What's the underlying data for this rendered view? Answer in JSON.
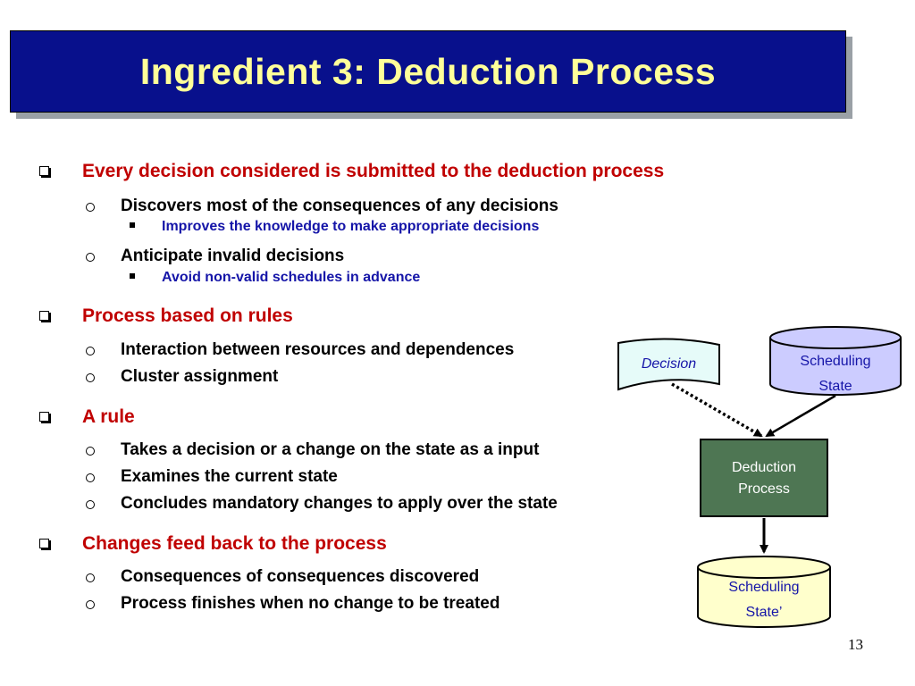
{
  "title": "Ingredient 3: Deduction Process",
  "bullets": [
    {
      "level": 1,
      "text": "Every decision considered is submitted to the deduction process"
    },
    {
      "level": 2,
      "text": "Discovers most of the consequences of any decisions"
    },
    {
      "level": 3,
      "text": "Improves the knowledge to make appropriate decisions"
    },
    {
      "level": 2,
      "text": "Anticipate invalid decisions"
    },
    {
      "level": 3,
      "text": "Avoid non-valid schedules in advance"
    },
    {
      "level": 1,
      "text": "Process based on rules"
    },
    {
      "level": 2,
      "text": "Interaction between resources and dependences"
    },
    {
      "level": 2,
      "text": "Cluster assignment"
    },
    {
      "level": 1,
      "text": "A rule"
    },
    {
      "level": 2,
      "text": "Takes a decision or a change on the state as a input"
    },
    {
      "level": 2,
      "text": "Examines the current state"
    },
    {
      "level": 2,
      "text": "Concludes mandatory changes to apply over the state"
    },
    {
      "level": 1,
      "text": "Changes feed back to the process"
    },
    {
      "level": 2,
      "text": "Consequences of consequences discovered"
    },
    {
      "level": 2,
      "text": "Process finishes when no change to be treated"
    }
  ],
  "diagram": {
    "decision": "Decision",
    "scheduling_state": [
      "Scheduling",
      "State"
    ],
    "deduction_process": [
      "Deduction",
      "Process"
    ],
    "scheduling_state_prime": [
      "Scheduling",
      "State’"
    ]
  },
  "colors": {
    "title_bg": "#08108c",
    "title_text": "#ffff99",
    "level1_text": "#c00000",
    "level3_text": "#1515a8",
    "decision_fill": "#e6fbf9",
    "state_fill": "#ccccff",
    "process_fill": "#4e7653",
    "state_prime_fill": "#ffffcc"
  },
  "page_number": "13"
}
